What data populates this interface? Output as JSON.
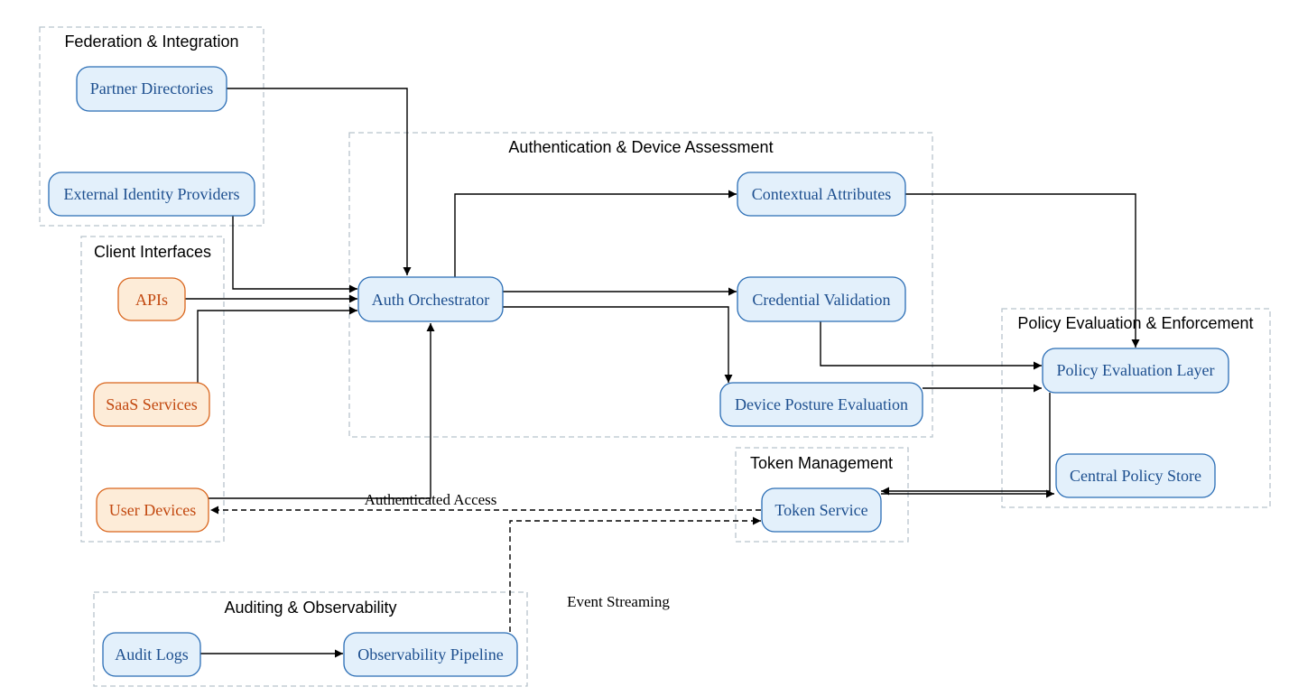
{
  "clusters": {
    "federation": "Federation & Integration",
    "client": "Client Interfaces",
    "auth": "Authentication & Device Assessment",
    "policy": "Policy Evaluation & Enforcement",
    "token": "Token Management",
    "audit": "Auditing & Observability"
  },
  "nodes": {
    "partner_directories": "Partner Directories",
    "external_idp": "External Identity Providers",
    "apis": "APIs",
    "saas_services": "SaaS Services",
    "user_devices": "User Devices",
    "auth_orchestrator": "Auth Orchestrator",
    "contextual_attributes": "Contextual Attributes",
    "credential_validation": "Credential Validation",
    "device_posture": "Device Posture Evaluation",
    "policy_eval_layer": "Policy Evaluation Layer",
    "central_policy_store": "Central Policy Store",
    "token_service": "Token Service",
    "audit_logs": "Audit Logs",
    "observability_pipeline": "Observability Pipeline"
  },
  "edge_labels": {
    "authenticated_access": "Authenticated Access",
    "event_streaming": "Event Streaming"
  },
  "colors": {
    "node_fill": "#e3f0fb",
    "node_border": "#2a6db5",
    "node_text": "#1d4f8f",
    "client_fill": "#fdecd8",
    "client_border": "#d9651c",
    "client_text": "#c2480f",
    "cluster_border": "#b8c4cc"
  }
}
